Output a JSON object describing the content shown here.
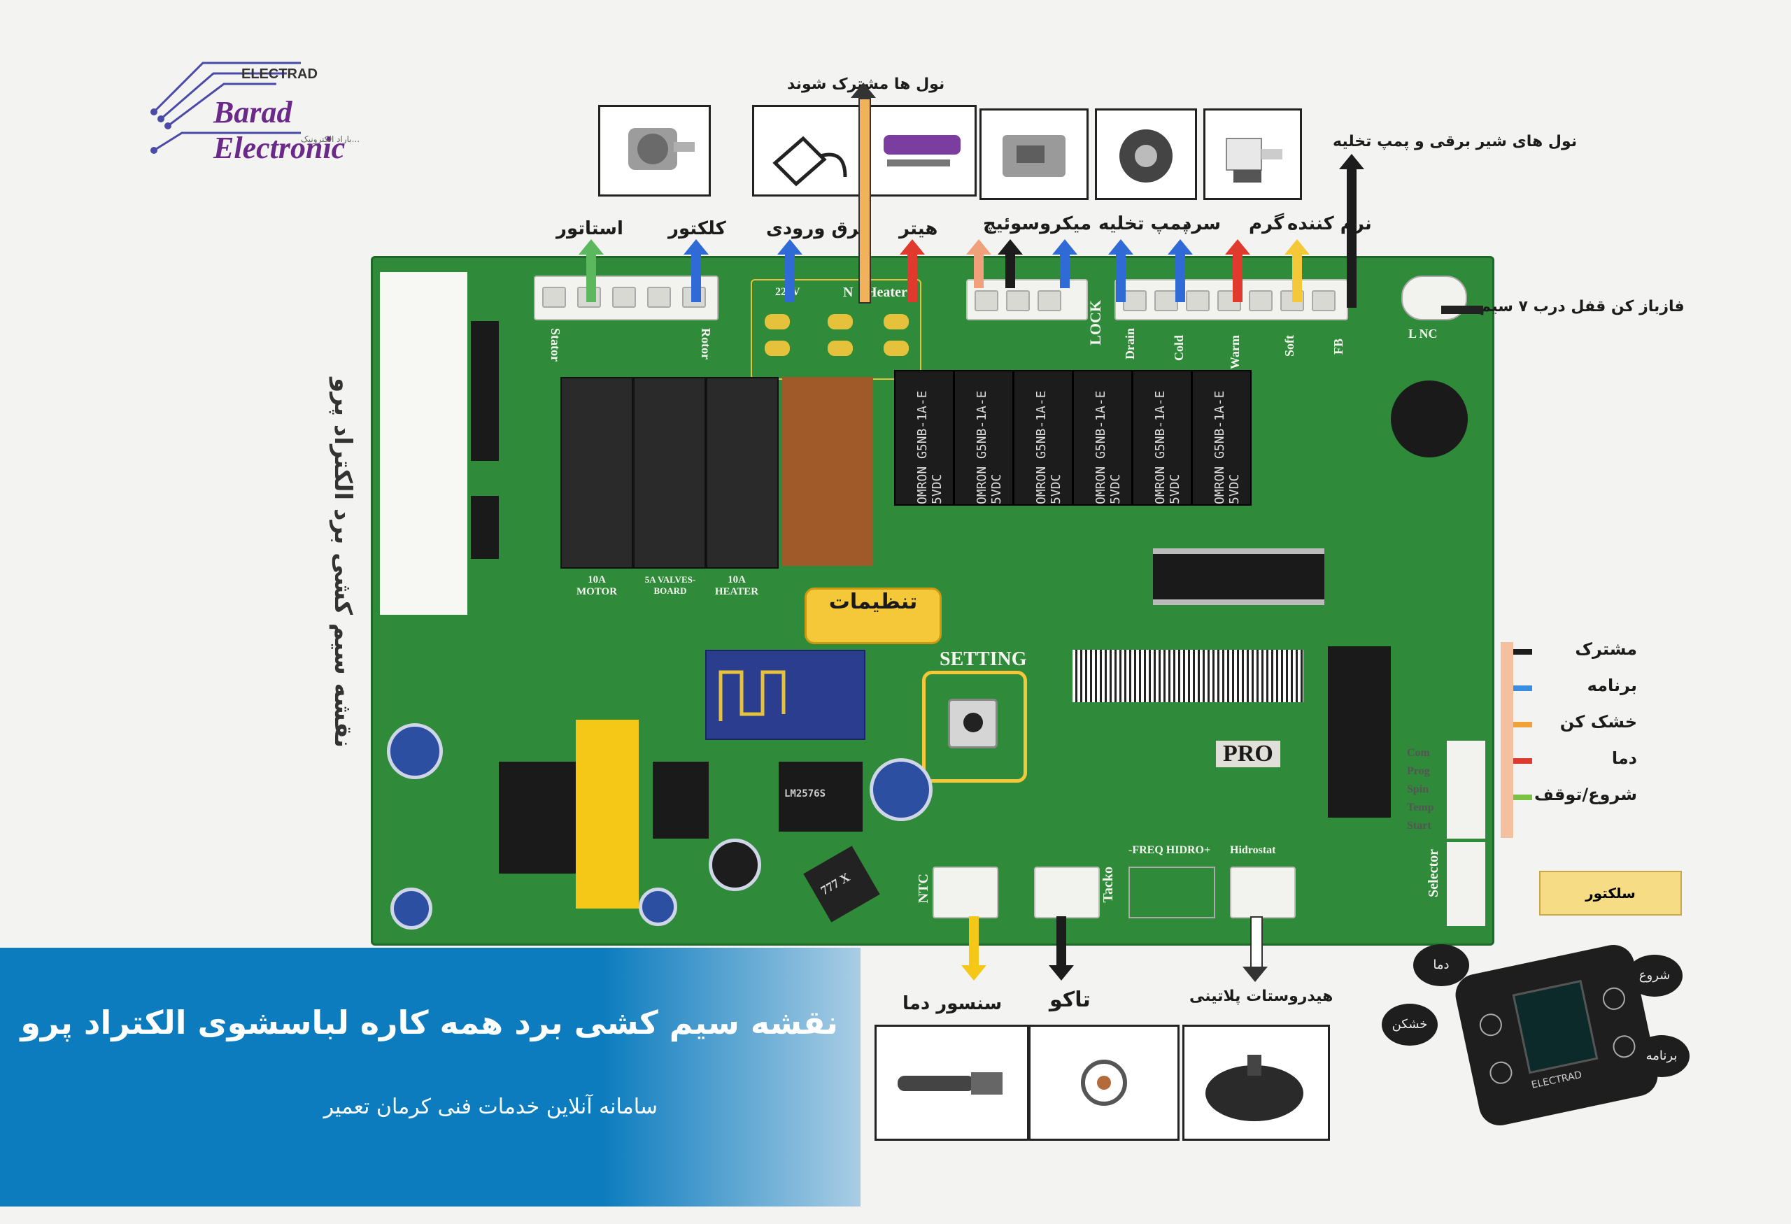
{
  "logo": {
    "brand_top": "ELECTRAD",
    "brand_main": "Barad Electronic",
    "tagline": "...باراد الکترونیک"
  },
  "board": {
    "side_title": "نقشه سیم کشی برد الکتراد پرو",
    "connectors": {
      "stator": "استاتور",
      "rotor": "کلکتور",
      "power_in": "برق ورودی",
      "heater": "هیتر",
      "micro_switch": "میکروسوئیچ",
      "drain_pump": "پمپ تخلیه",
      "cold": "سرد",
      "warm": "گرم",
      "softener": "نرم کننده"
    },
    "notes": {
      "nulls_common": "نول ها مشترک شوند",
      "valves_pump_null": "نول های شیر برقی و پمپ تخلیه",
      "door_lock": "فازباز کن قفل درب ۷ سیم",
      "lock_label": "L  NC"
    },
    "pcb_labels": {
      "stator": "Stator",
      "rotor": "Rotor",
      "v220": "220V",
      "n": "N",
      "heater": "Heater",
      "lock": "LOCK",
      "drain": "Drain",
      "cold": "Cold",
      "warm": "Warm",
      "soft": "Soft",
      "fb": "FB",
      "relay": "OMRON G5NB-1A-E 5VDC",
      "fuse_motor": "10A MOTOR",
      "fuse_valves": "5A VALVES-BOARD",
      "fuse_heater": "10A HEATER",
      "setting": "SETTING",
      "pro": "PRO",
      "ntc": "NTC",
      "tacko": "Tacko",
      "freq": "-FREQ HIDRO+",
      "hidrostat": "Hidrostat",
      "selector": "Selector",
      "lm": "LM2576S",
      "chip777": "777 X",
      "selector_pins": [
        "Com",
        "Prog",
        "Spin",
        "Temp",
        "Start"
      ]
    },
    "settings_callout": "تنظیمات",
    "selector_legend": [
      {
        "label": "مشترک",
        "color": "#1c1c1c"
      },
      {
        "label": "برنامه",
        "color": "#3b8de0"
      },
      {
        "label": "خشک کن",
        "color": "#f0a23a"
      },
      {
        "label": "دما",
        "color": "#e03a2f"
      },
      {
        "label": "شروع/توقف",
        "color": "#7bc144"
      }
    ],
    "selector_arrow_label": "سلکتور",
    "bottom_sensors": {
      "temp_sensor": "سنسور دما",
      "tacho": "تاکو",
      "hydrostat": "هیدروستات پلاتینی"
    },
    "panel": {
      "brand": "ELECTRAD",
      "buttons": [
        "دما",
        "خشکن",
        "شروع",
        "برنامه"
      ]
    }
  },
  "banner": {
    "title": "نقشه سیم کشی برد همه کاره لباسشوی الکتراد پرو",
    "subtitle": "سامانه آنلاین خدمات فنی کرمان تعمیر"
  },
  "colors": {
    "board": "#2f8a3a",
    "banner": "#0c7cbf",
    "callout": "#f5c83a"
  }
}
